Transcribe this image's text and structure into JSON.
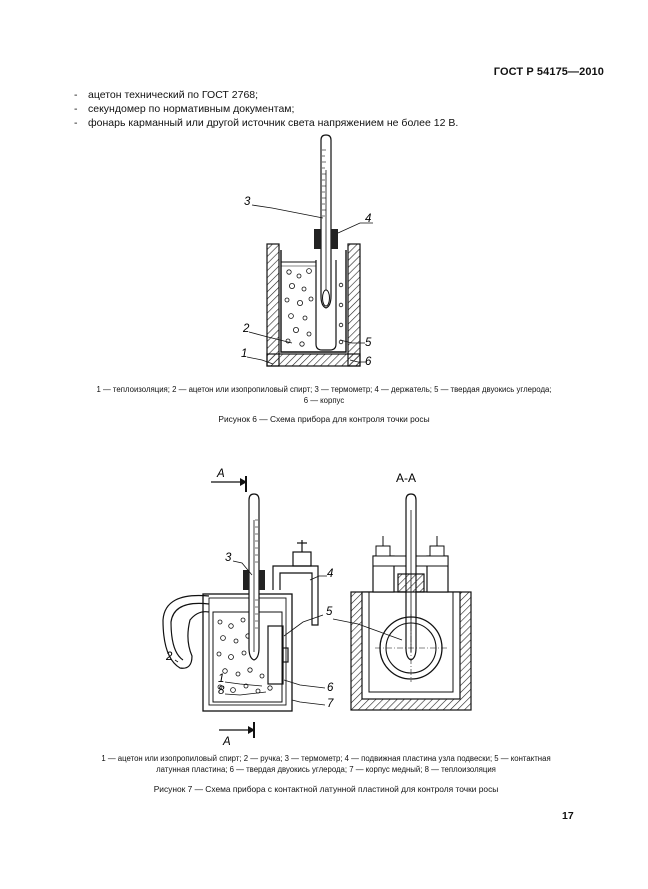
{
  "header": {
    "standard": "ГОСТ Р 54175—2010"
  },
  "list_items": [
    "ацетон технический по ГОСТ 2768;",
    "секундомер по нормативным документам;",
    "фонарь карманный или другой источник света напряжением не более 12 В."
  ],
  "list_marker": "-",
  "figure6": {
    "labels": [
      "1",
      "2",
      "3",
      "4",
      "5",
      "6"
    ],
    "legend_line1": "1 — теплоизоляция; 2 — ацетон или изопропиловый спирт; 3 — термометр; 4 — держатель; 5 — твердая двуокись углерода;",
    "legend_line2": "6 — корпус",
    "caption": "Рисунок 6 — Схема прибора для контроля точки росы"
  },
  "figure7": {
    "section_mark": "А",
    "section_title": "А-А",
    "labels": [
      "1",
      "2",
      "3",
      "4",
      "5",
      "6",
      "7",
      "8",
      "5"
    ],
    "legend_line1": "1 — ацетон или изопропиловый спирт; 2 — ручка; 3 — термометр; 4 — подвижная пластина узла подвески; 5 — контактная",
    "legend_line2": "латунная пластина; 6 — твердая двуокись углерода; 7 — корпус медный; 8 — теплоизоляция",
    "caption": "Рисунок  7 — Схема прибора с контактной латунной пластиной для контроля точки росы"
  },
  "page_number": "17"
}
